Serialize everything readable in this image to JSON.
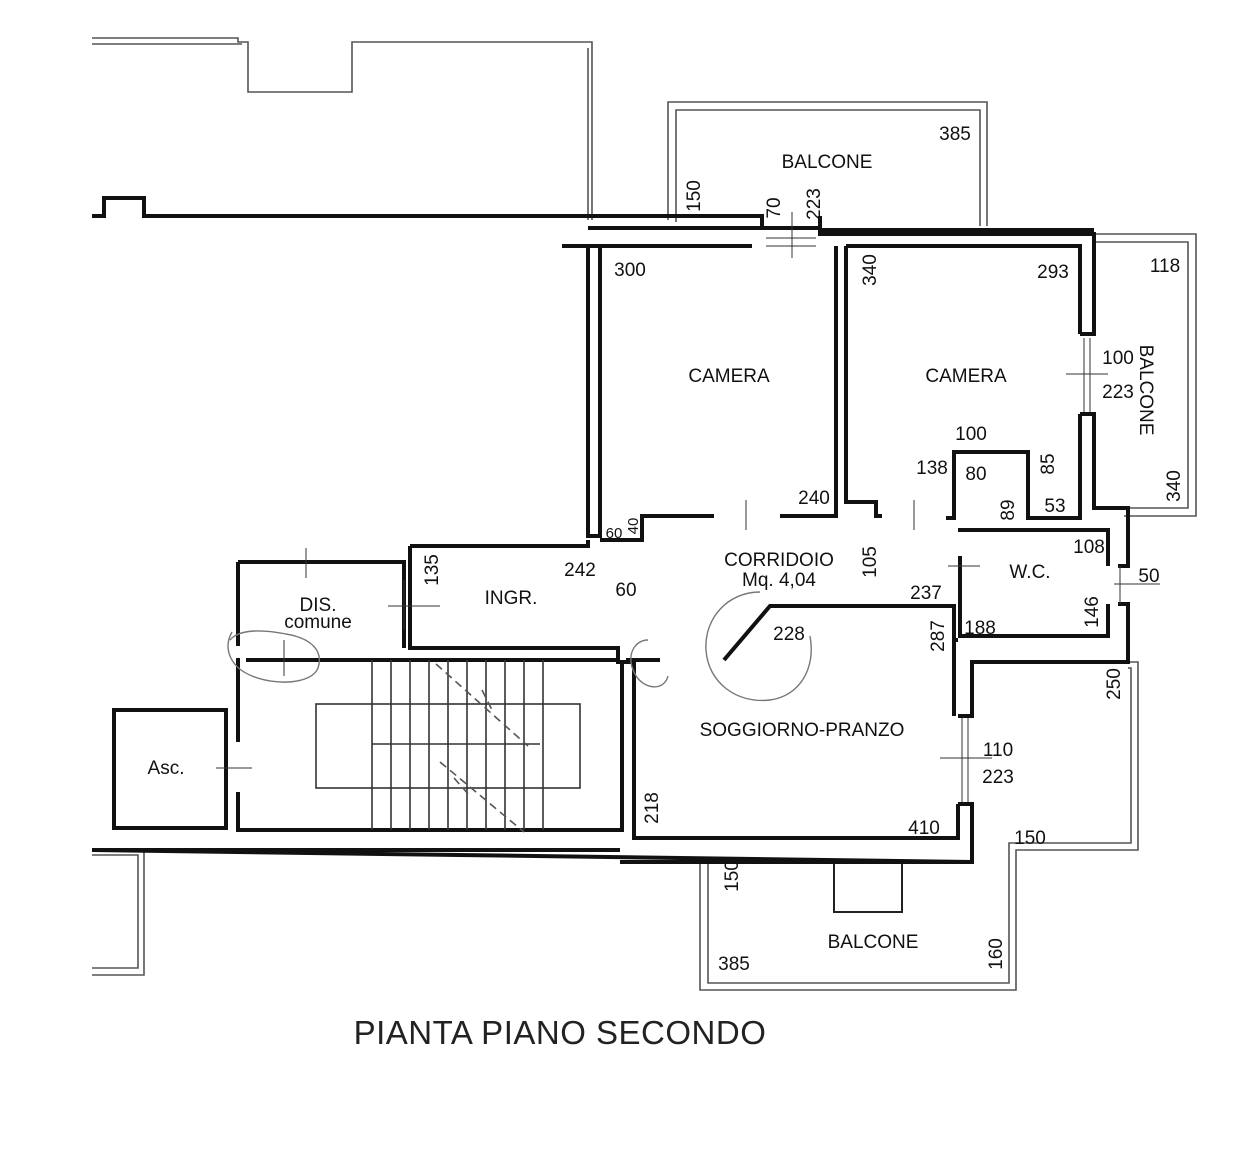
{
  "title": "PIANTA PIANO SECONDO",
  "rooms": {
    "balcone_top": "BALCONE",
    "camera_1": "CAMERA",
    "camera_2": "CAMERA",
    "balcone_right": "BALCONE",
    "corridoio": "CORRIDOIO",
    "corridoio_area": "Mq. 4,04",
    "ingresso": "INGR.",
    "dis_line1": "DIS.",
    "dis_line2": "comune",
    "wc": "W.C.",
    "soggiorno": "SOGGIORNO-PRANZO",
    "ascensore": "Asc.",
    "balcone_bottom": "BALCONE"
  },
  "dimensions": {
    "d385_top": "385",
    "d150_top": "150",
    "d70": "70",
    "d223_top": "223",
    "d300": "300",
    "d340_cam2": "340",
    "d293": "293",
    "d118": "118",
    "d100_win": "100",
    "d223_win": "223",
    "d340_right": "340",
    "d100_wc": "100",
    "d138": "138",
    "d80": "80",
    "d85": "85",
    "d89": "89",
    "d53": "53",
    "d240": "240",
    "d60_small": "60",
    "d40_small": "40",
    "d135": "135",
    "d242": "242",
    "d60": "60",
    "d105": "105",
    "d237": "237",
    "d108": "108",
    "d50": "50",
    "d146": "146",
    "d188": "188",
    "d228": "228",
    "d287": "287",
    "d250": "250",
    "d110": "110",
    "d223_sog": "223",
    "d218": "218",
    "d410": "410",
    "d150_right": "150",
    "d150_bottom": "150",
    "d385_bottom": "385",
    "d160": "160"
  }
}
